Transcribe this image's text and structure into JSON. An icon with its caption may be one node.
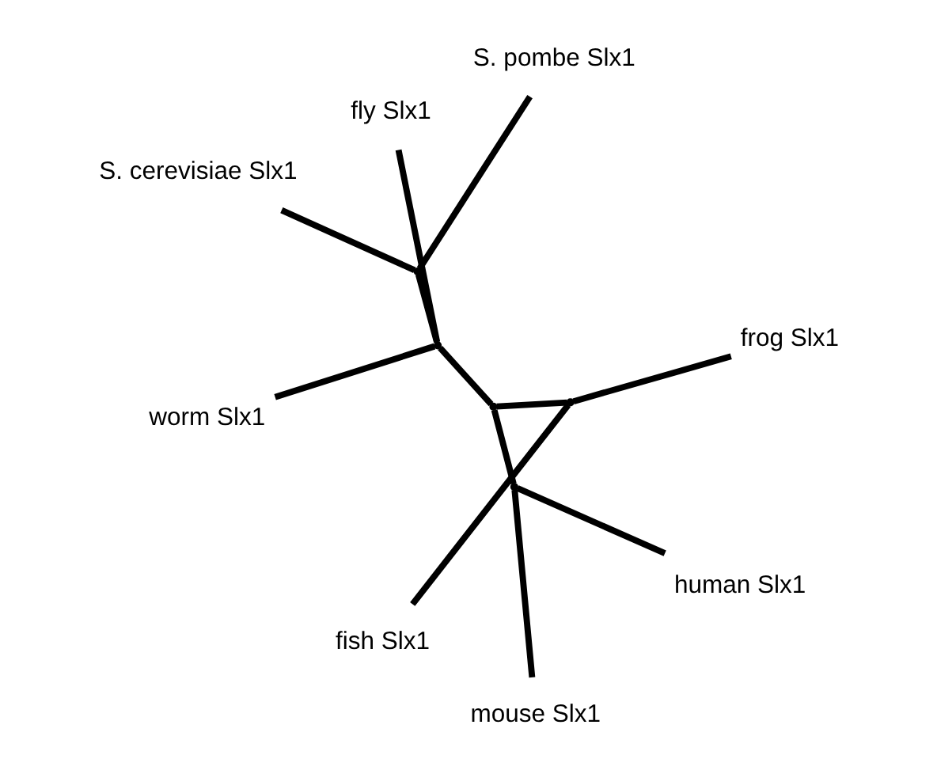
{
  "diagram": {
    "nodes": [
      {
        "text": [
          "S. cerevisiae Slx1"
        ]
      },
      {
        "text": [
          "S. pombe Slx1"
        ]
      },
      {
        "text": [
          "worm Slx1"
        ]
      },
      {
        "text": [],
        "shape": "point"
      },
      {
        "text": [],
        "shape": "point"
      },
      {
        "text": [
          "fly Slx1"
        ]
      },
      {
        "text": [],
        "shape": "point"
      },
      {
        "text": [],
        "shape": "point"
      },
      {
        "text": [],
        "shape": "point"
      },
      {
        "text": [
          "human Slx1"
        ]
      },
      {
        "text": [
          "mouse Slx1"
        ]
      },
      {
        "text": [
          "fish Slx1"
        ]
      },
      {
        "text": [
          "frog Slx1"
        ]
      }
    ],
    "edges": [
      {
        "from": 3,
        "to": 0,
        "arrow": "none"
      },
      {
        "from": 3,
        "to": 1,
        "arrow": "none"
      },
      {
        "from": 4,
        "to": 3,
        "arrow": "none"
      },
      {
        "from": 4,
        "to": 2,
        "arrow": "none"
      },
      {
        "from": 4,
        "to": 5,
        "arrow": "none"
      },
      {
        "from": 4,
        "to": 6,
        "arrow": "none"
      },
      {
        "from": 6,
        "to": 8,
        "arrow": "none"
      },
      {
        "from": 8,
        "to": 9,
        "arrow": "none"
      },
      {
        "from": 8,
        "to": 10,
        "arrow": "none"
      },
      {
        "from": 6,
        "to": 7,
        "arrow": "none"
      },
      {
        "from": 7,
        "to": 11,
        "arrow": "none"
      },
      {
        "from": 7,
        "to": 12,
        "arrow": "none"
      }
    ]
  }
}
